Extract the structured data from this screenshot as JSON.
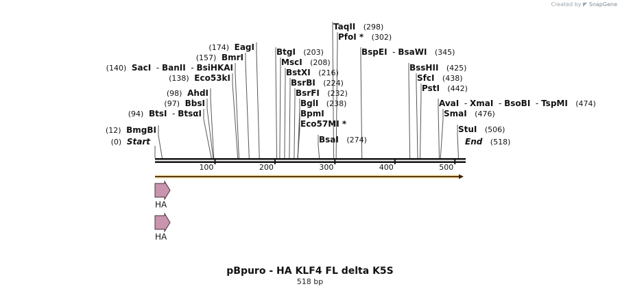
{
  "watermark": {
    "prefix": "Created by",
    "brand": "SnapGene",
    "icon": "snapgene-logo-icon"
  },
  "title": "pBpuro - HA KLF4 FL delta K5S",
  "subtitle": "518 bp",
  "map": {
    "length_bp": 518,
    "ticks": [
      100,
      200,
      300,
      400,
      500
    ],
    "start_label": "Start",
    "start_pos": "(0)",
    "end_label": "End",
    "end_pos": "(518)"
  },
  "features": [
    {
      "name": "HA",
      "start": 0,
      "end": 27,
      "color": "#c994ad"
    },
    {
      "name": "HA",
      "start": 0,
      "end": 27,
      "color": "#c994ad"
    }
  ],
  "sites": [
    {
      "names": [
        "BmgBI"
      ],
      "pos": "(12)",
      "loc": 12,
      "side": "left"
    },
    {
      "names": [
        "BtsI",
        "BtsαI"
      ],
      "pos": "(94)",
      "loc": 94,
      "side": "left"
    },
    {
      "names": [
        "BbsI"
      ],
      "pos": "(97)",
      "loc": 97,
      "side": "left"
    },
    {
      "names": [
        "AhdI"
      ],
      "pos": "(98)",
      "loc": 98,
      "side": "left"
    },
    {
      "names": [
        "Eco53kI"
      ],
      "pos": "(138)",
      "loc": 138,
      "side": "left"
    },
    {
      "names": [
        "SacI",
        "BanII",
        "BsiHKAI"
      ],
      "pos": "(140)",
      "loc": 140,
      "side": "left"
    },
    {
      "names": [
        "BmrI"
      ],
      "pos": "(157)",
      "loc": 157,
      "side": "left"
    },
    {
      "names": [
        "EagI"
      ],
      "pos": "(174)",
      "loc": 174,
      "side": "left"
    },
    {
      "names": [
        "BtgI"
      ],
      "pos": "(203)",
      "loc": 203,
      "side": "right"
    },
    {
      "names": [
        "MscI"
      ],
      "pos": "(208)",
      "loc": 208,
      "side": "right"
    },
    {
      "names": [
        "BstXI"
      ],
      "pos": "(216)",
      "loc": 216,
      "side": "right"
    },
    {
      "names": [
        "BsrBI"
      ],
      "pos": "(224)",
      "loc": 224,
      "side": "right"
    },
    {
      "names": [
        "BsrFI"
      ],
      "pos": "(232)",
      "loc": 232,
      "side": "right"
    },
    {
      "names": [
        "BglI"
      ],
      "pos": "(238)",
      "loc": 238,
      "side": "right"
    },
    {
      "names": [
        "BpmI"
      ],
      "pos": "",
      "loc": 238,
      "side": "right"
    },
    {
      "names": [
        "Eco57MI *"
      ],
      "pos": "",
      "loc": 238,
      "side": "right"
    },
    {
      "names": [
        "BsaI"
      ],
      "pos": "(274)",
      "loc": 274,
      "side": "right"
    },
    {
      "names": [
        "TaqII"
      ],
      "pos": "(298)",
      "loc": 298,
      "side": "right"
    },
    {
      "names": [
        "PfoI *"
      ],
      "pos": "(302)",
      "loc": 302,
      "side": "right"
    },
    {
      "names": [
        "BspEI",
        "BsaWI"
      ],
      "pos": "(345)",
      "loc": 345,
      "side": "right"
    },
    {
      "names": [
        "BssHII"
      ],
      "pos": "(425)",
      "loc": 425,
      "side": "right"
    },
    {
      "names": [
        "SfcI"
      ],
      "pos": "(438)",
      "loc": 438,
      "side": "right"
    },
    {
      "names": [
        "PstI"
      ],
      "pos": "(442)",
      "loc": 442,
      "side": "right"
    },
    {
      "names": [
        "AvaI",
        "XmaI",
        "BsoBI",
        "TspMI"
      ],
      "pos": "(474)",
      "loc": 474,
      "side": "right"
    },
    {
      "names": [
        "SmaI"
      ],
      "pos": "(476)",
      "loc": 476,
      "side": "right"
    },
    {
      "names": [
        "StuI"
      ],
      "pos": "(506)",
      "loc": 506,
      "side": "right"
    }
  ]
}
